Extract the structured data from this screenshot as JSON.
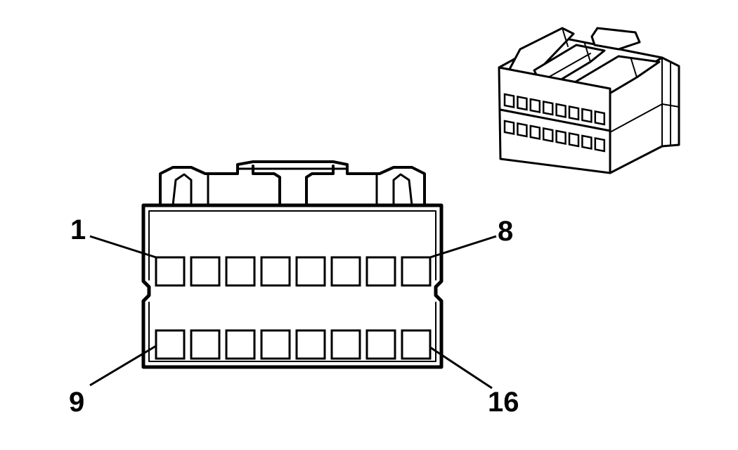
{
  "pin_labels": {
    "top_left": "1",
    "top_right": "8",
    "bottom_left": "9",
    "bottom_right": "16"
  },
  "connector": {
    "rows": 2,
    "pins_per_row": 8
  },
  "colors": {
    "line": "#000000",
    "fill": "#ffffff"
  }
}
